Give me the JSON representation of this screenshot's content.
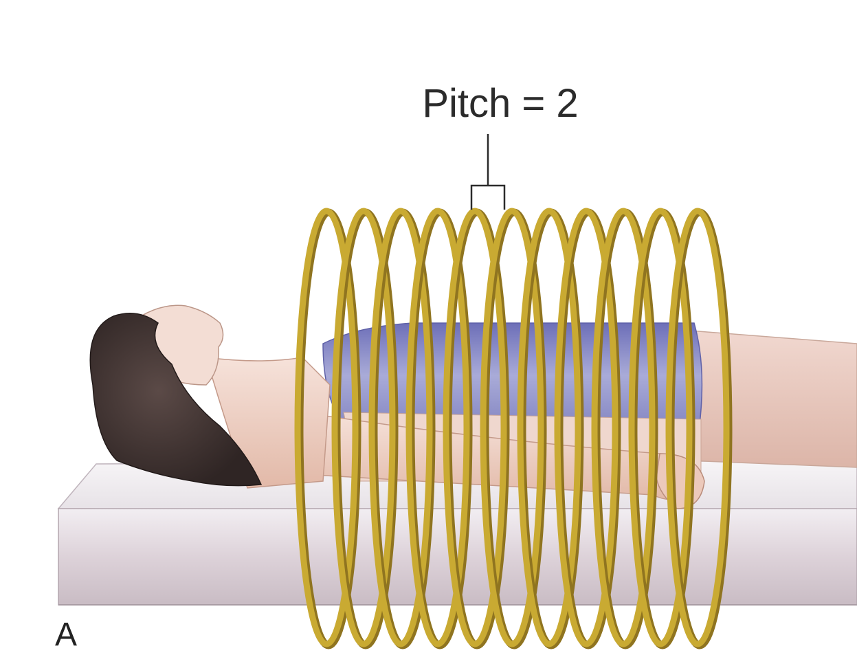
{
  "annotation": {
    "pitch_label": "Pitch = 2"
  },
  "panel_letter": "A",
  "colors": {
    "background": "#ffffff",
    "helix": "#c9aa32",
    "helix_shadow": "#8f7420",
    "gown": "#8f90c9",
    "skin": "#efd3c7",
    "hair": "#4a3d3b",
    "table_top": "#e9e6ea",
    "table_side": "#d7ccd3",
    "label": "#2b2b2b"
  },
  "helix": {
    "loops": 11
  }
}
